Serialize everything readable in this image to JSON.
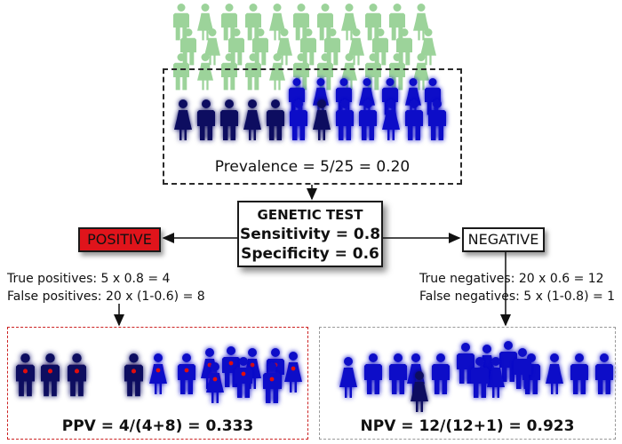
{
  "population": {
    "prevalence_label": "Prevalence = 5/25 = 0.20",
    "colors": {
      "healthy": "#9cd39a",
      "affected": "#0c0cc8",
      "dark_affected": "#0b1060",
      "positive_dot": "#e01010"
    }
  },
  "test": {
    "title": "GENETIC TEST",
    "sensitivity": "Sensitivity = 0.8",
    "specificity": "Specificity = 0.6"
  },
  "positive": {
    "label": "POSITIVE",
    "color": "#e0141b",
    "true_positives": "True positives: 5 x 0.8 = 4",
    "false_positives": "False positives: 20 x (1-0.6) = 8",
    "result": "PPV = 4/(4+8) = 0.333"
  },
  "negative": {
    "label": "NEGATIVE",
    "true_negatives": "True negatives: 20 x 0.6 = 12",
    "false_negatives": "False negatives: 5 x (1-0.8) = 1",
    "result": "NPV = 12/(12+1) = 0.923"
  },
  "icons": [
    "person-icon",
    "arrow-icon"
  ]
}
